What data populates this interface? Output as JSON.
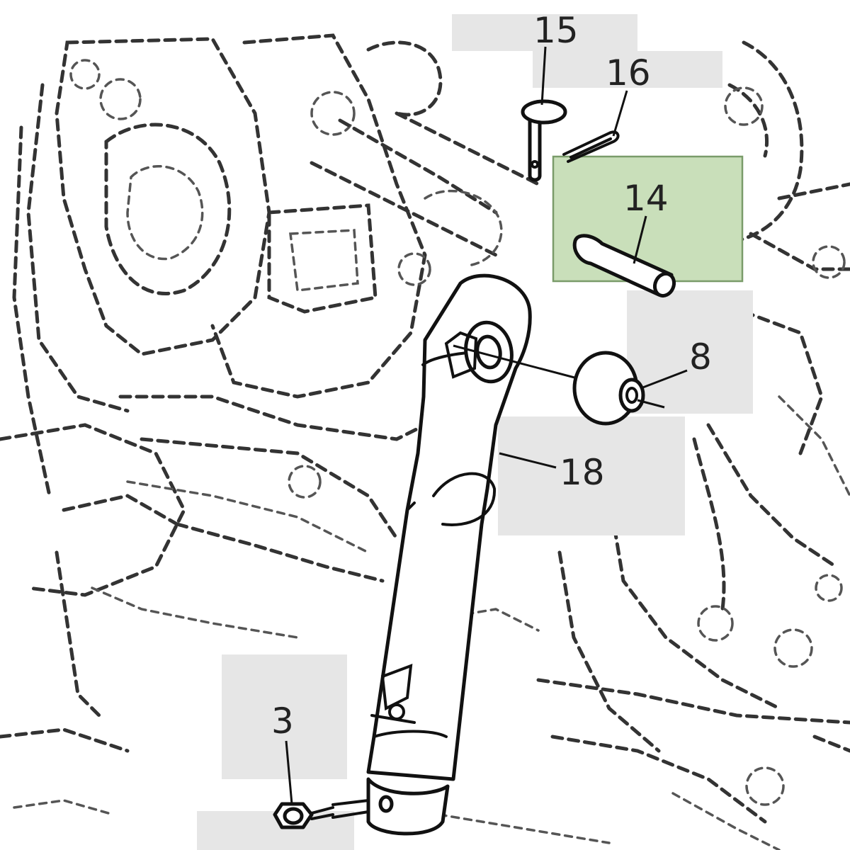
{
  "diagram": {
    "highlight_color": "#c9dfba",
    "label_box_color": "#e6e6e6",
    "highlighted_part": "14",
    "callouts": {
      "c15": "15",
      "c16": "16",
      "c14": "14",
      "c8": "8",
      "c18": "18",
      "c3": "3"
    }
  }
}
